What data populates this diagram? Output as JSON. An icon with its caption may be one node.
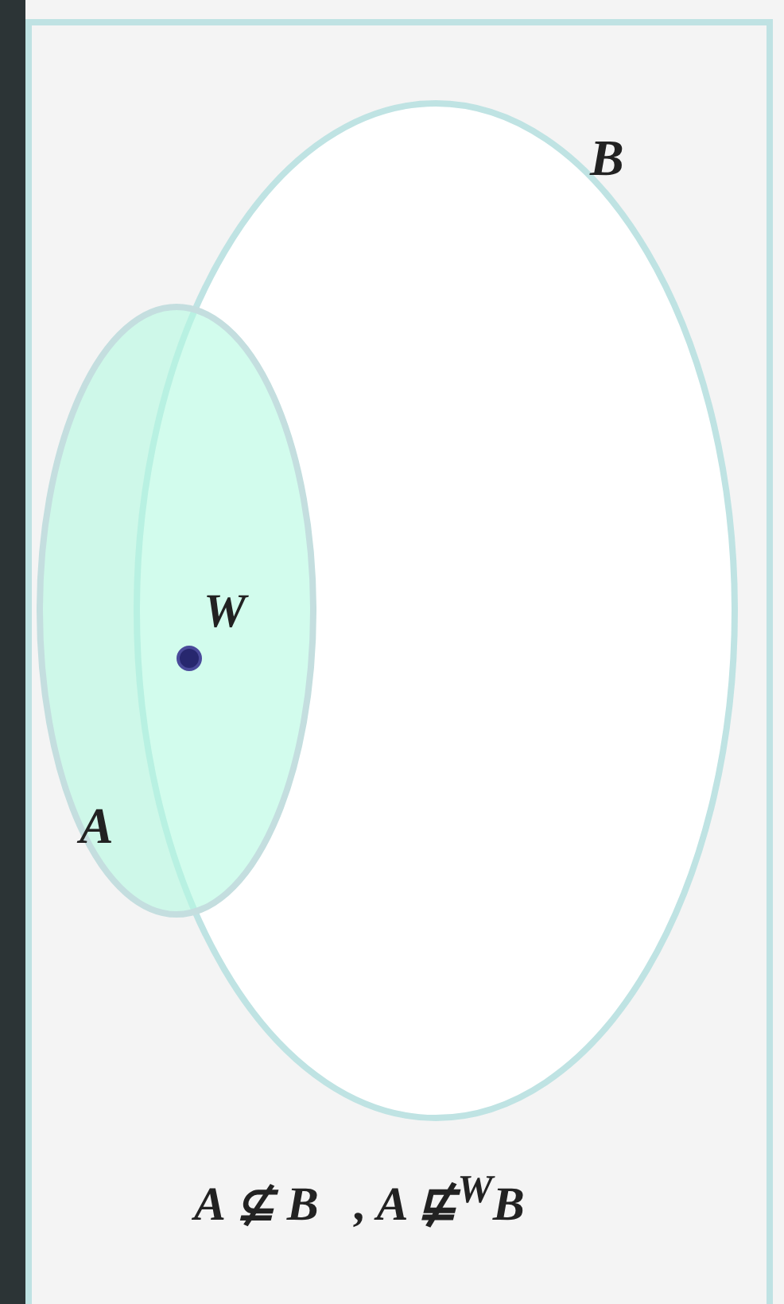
{
  "diagram": {
    "nodes": [
      {
        "text": [],
        "shape": "box"
      },
      {
        "text": [
          "B"
        ],
        "in": 0
      },
      {
        "text": [
          "A"
        ],
        "in": 0
      },
      {
        "text": [],
        "shape": "circle",
        "beside": [
          "W"
        ]
      }
    ],
    "labels": [
      "A ⊈ B   , A ⋢$^{W}$B"
    ]
  }
}
